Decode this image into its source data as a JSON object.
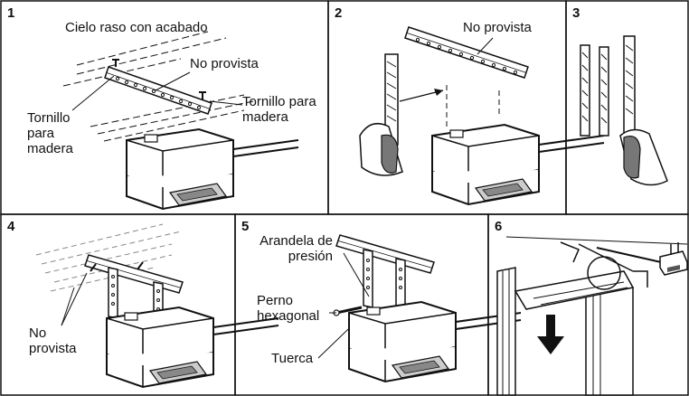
{
  "panels": [
    {
      "number": "1",
      "labels": {
        "ceiling": "Cielo raso con acabado",
        "not_provided": "No provista",
        "wood_screw_left": "Tornillo\npara\nmadera",
        "wood_screw_right": "Tornillo para\nmadera"
      }
    },
    {
      "number": "2",
      "labels": {
        "not_provided": "No provista"
      }
    },
    {
      "number": "3"
    },
    {
      "number": "4",
      "labels": {
        "not_provided": "No\nprovista"
      }
    },
    {
      "number": "5",
      "labels": {
        "lock_washer": "Arandela de\npresión",
        "hex_bolt": "Perno\nhexagonal",
        "nut": "Tuerca"
      }
    },
    {
      "number": "6"
    }
  ]
}
